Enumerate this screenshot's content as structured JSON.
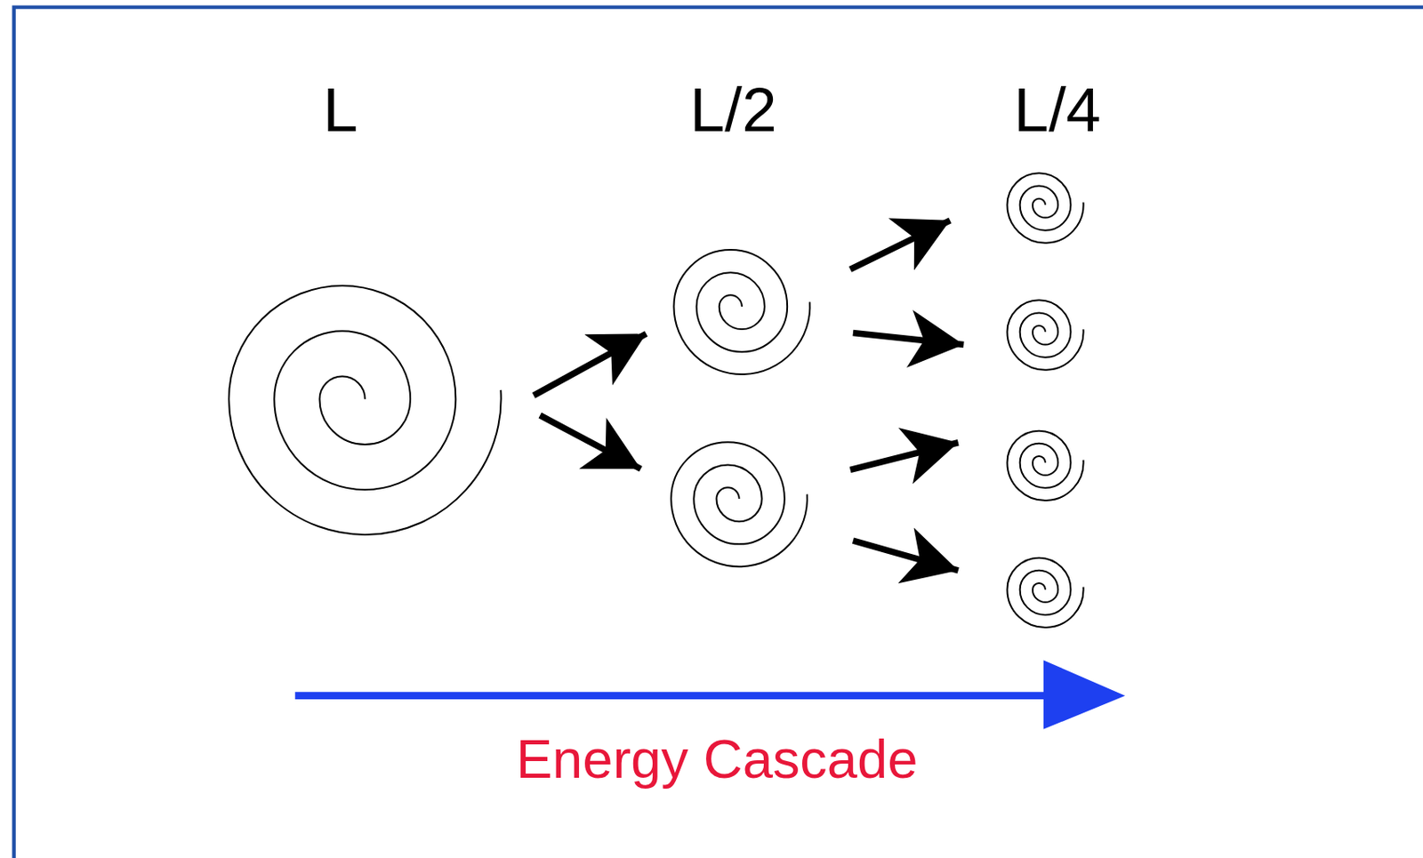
{
  "diagram": {
    "labels": [
      "L",
      "L/2",
      "L/4",
      "Energy Cascade"
    ]
  }
}
